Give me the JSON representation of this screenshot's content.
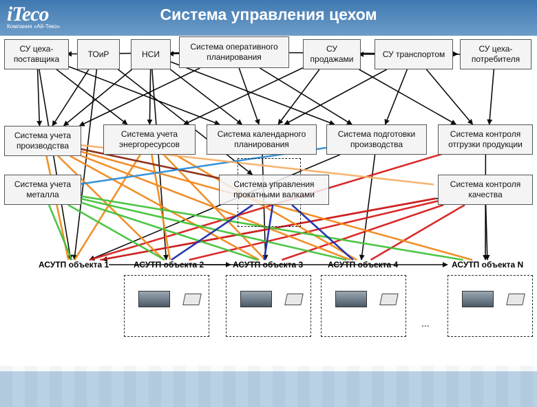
{
  "header": {
    "title": "Система управления цехом",
    "logo_text": "iTeco",
    "logo_subtitle": "Компания «Ай-Теко»"
  },
  "top_row": [
    {
      "id": "su_supplier",
      "label": "СУ цеха-поставщика"
    },
    {
      "id": "toir",
      "label": "ТОиР"
    },
    {
      "id": "nsi",
      "label": "НСИ"
    },
    {
      "id": "op_plan",
      "label": "Система оперативного планирования"
    },
    {
      "id": "sales",
      "label": "СУ продажами"
    },
    {
      "id": "transport",
      "label": "СУ транспортом"
    },
    {
      "id": "su_consumer",
      "label": "СУ цеха-потребителя"
    }
  ],
  "middle_row": [
    {
      "id": "prod_acc",
      "label": "Система учета производства"
    },
    {
      "id": "energy",
      "label": "Система учета энергоресурсов"
    },
    {
      "id": "cal_plan",
      "label": "Система календарного планирования"
    },
    {
      "id": "prep",
      "label": "Система подготовки производства"
    },
    {
      "id": "shipping",
      "label": "Система контроля отгрузки продукции"
    }
  ],
  "third_row": [
    {
      "id": "metal",
      "label": "Система учета металла"
    },
    {
      "id": "rolls",
      "label": "Система управления прокатными валками"
    },
    {
      "id": "quality",
      "label": "Система контроля качества"
    }
  ],
  "asutp": [
    {
      "id": "a1",
      "label": "АСУТП объекта 1"
    },
    {
      "id": "a2",
      "label": "АСУТП объекта 2"
    },
    {
      "id": "a3",
      "label": "АСУТП объекта 3"
    },
    {
      "id": "a4",
      "label": "АСУТП объекта 4"
    },
    {
      "id": "aN",
      "label": "АСУТП объекта N"
    }
  ],
  "ellipsis": "...",
  "line_colors": [
    "#000000",
    "#d81e1e",
    "#f08a1e",
    "#f6b06a",
    "#42c33a",
    "#1c2fa8",
    "#2f8fd8",
    "#8a2a12"
  ],
  "connections": [
    {
      "from": "su_supplier",
      "to": "prod_acc",
      "color": "#000000"
    },
    {
      "from": "su_supplier",
      "to": "energy",
      "color": "#000000"
    },
    {
      "from": "su_supplier",
      "to": "cal_plan",
      "color": "#000000"
    },
    {
      "from": "su_supplier",
      "to": "a1",
      "color": "#000000"
    },
    {
      "from": "toir",
      "to": "a1",
      "color": "#000000"
    },
    {
      "from": "toir",
      "to": "prod_acc",
      "color": "#000000"
    },
    {
      "from": "toir",
      "to": "rolls",
      "color": "#000000"
    },
    {
      "from": "nsi",
      "to": "prod_acc",
      "color": "#000000"
    },
    {
      "from": "nsi",
      "to": "energy",
      "color": "#000000"
    },
    {
      "from": "nsi",
      "to": "cal_plan",
      "color": "#000000"
    },
    {
      "from": "nsi",
      "to": "prep",
      "color": "#000000"
    },
    {
      "from": "nsi",
      "to": "a2",
      "color": "#000000"
    },
    {
      "from": "op_plan",
      "to": "prod_acc",
      "color": "#000000"
    },
    {
      "from": "op_plan",
      "to": "cal_plan",
      "color": "#000000"
    },
    {
      "from": "op_plan",
      "to": "prep",
      "color": "#000000"
    },
    {
      "from": "op_plan",
      "to": "su_consumer",
      "color": "#000000"
    },
    {
      "from": "op_plan",
      "to": "nsi",
      "color": "#000000"
    },
    {
      "from": "op_plan",
      "to": "su_supplier",
      "color": "#000000"
    },
    {
      "from": "sales",
      "to": "cal_plan",
      "color": "#000000"
    },
    {
      "from": "sales",
      "to": "shipping",
      "color": "#000000"
    },
    {
      "from": "sales",
      "to": "energy",
      "color": "#000000"
    },
    {
      "from": "transport",
      "to": "cal_plan",
      "color": "#000000"
    },
    {
      "from": "transport",
      "to": "shipping",
      "color": "#000000"
    },
    {
      "from": "transport",
      "to": "prep",
      "color": "#000000"
    },
    {
      "from": "su_consumer",
      "to": "shipping",
      "color": "#000000"
    },
    {
      "from": "su_consumer",
      "to": "sales",
      "color": "#000000"
    },
    {
      "from": "cal_plan",
      "to": "a3",
      "color": "#000000"
    },
    {
      "from": "prep",
      "to": "a4",
      "color": "#000000"
    },
    {
      "from": "shipping",
      "to": "aN",
      "color": "#000000"
    },
    {
      "from": "quality",
      "to": "aN",
      "color": "#000000"
    },
    {
      "from": "quality",
      "to": "a1",
      "color": "#000000"
    },
    {
      "from": "prep",
      "to": "a1",
      "color": "#000000"
    },
    {
      "from": "a1",
      "to": "quality",
      "color": "#d81e1e"
    },
    {
      "from": "a2",
      "to": "quality",
      "color": "#d81e1e"
    },
    {
      "from": "a3",
      "to": "quality",
      "color": "#d81e1e"
    },
    {
      "from": "a4",
      "to": "quality",
      "color": "#d81e1e"
    },
    {
      "from": "a1",
      "to": "shipping",
      "color": "#d81e1e"
    },
    {
      "from": "prod_acc",
      "to": "a1",
      "color": "#f08a1e"
    },
    {
      "from": "prod_acc",
      "to": "a2",
      "color": "#f08a1e"
    },
    {
      "from": "prod_acc",
      "to": "a3",
      "color": "#f08a1e"
    },
    {
      "from": "prod_acc",
      "to": "a4",
      "color": "#f08a1e"
    },
    {
      "from": "prod_acc",
      "to": "aN",
      "color": "#f08a1e"
    },
    {
      "from": "energy",
      "to": "a1",
      "color": "#f08a1e"
    },
    {
      "from": "energy",
      "to": "a2",
      "color": "#f08a1e"
    },
    {
      "from": "energy",
      "to": "a3",
      "color": "#f08a1e"
    },
    {
      "from": "energy",
      "to": "a4",
      "color": "#f08a1e"
    },
    {
      "from": "metal",
      "to": "a1",
      "color": "#42c33a"
    },
    {
      "from": "metal",
      "to": "a2",
      "color": "#42c33a"
    },
    {
      "from": "metal",
      "to": "a3",
      "color": "#42c33a"
    },
    {
      "from": "metal",
      "to": "a4",
      "color": "#42c33a"
    },
    {
      "from": "metal",
      "to": "aN",
      "color": "#42c33a"
    },
    {
      "from": "rolls",
      "to": "a2",
      "color": "#1c2fa8"
    },
    {
      "from": "rolls",
      "to": "a3",
      "color": "#1c2fa8"
    },
    {
      "from": "rolls",
      "to": "a4",
      "color": "#1c2fa8"
    },
    {
      "from": "prod_acc",
      "to": "rolls",
      "color": "#8a2a12"
    },
    {
      "from": "metal",
      "to": "prep",
      "color": "#2f8fd8"
    },
    {
      "from": "prod_acc",
      "to": "quality",
      "color": "#f6b06a"
    },
    {
      "from": "a1",
      "to": "a3",
      "color": "#000000"
    },
    {
      "from": "a2",
      "to": "aN",
      "color": "#000000"
    }
  ]
}
